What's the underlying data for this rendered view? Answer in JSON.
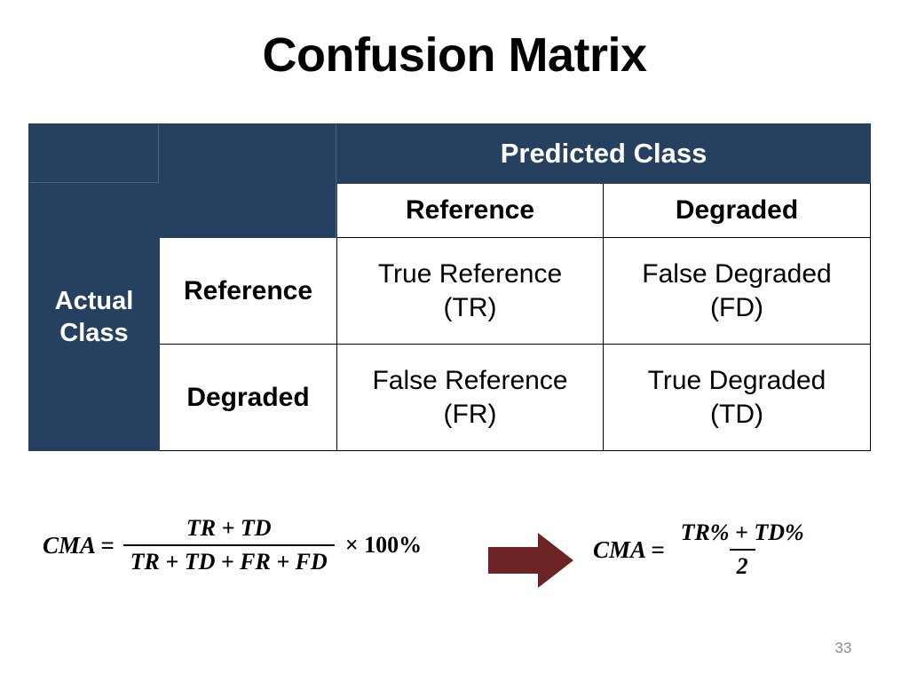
{
  "slide": {
    "title": "Confusion Matrix",
    "page_number": "33",
    "colors": {
      "header_blue": "#26415F",
      "arrow_maroon": "#6B2423",
      "text_black": "#000000",
      "page_number_gray": "#8c8c8c"
    }
  },
  "matrix": {
    "predicted_class_label": "Predicted Class",
    "actual_class_label": "Actual\nClass",
    "actual_class_line1": "Actual",
    "actual_class_line2": "Class",
    "column_headers": [
      "Reference",
      "Degraded"
    ],
    "row_headers": [
      "Reference",
      "Degraded"
    ],
    "cells": [
      [
        {
          "name": "True Reference",
          "abbr": "(TR)"
        },
        {
          "name": "False Degraded",
          "abbr": "(FD)"
        }
      ],
      [
        {
          "name": "False Reference",
          "abbr": "(FR)"
        },
        {
          "name": "True Degraded",
          "abbr": "(TD)"
        }
      ]
    ]
  },
  "formulas": {
    "left": {
      "lhs": "CMA =",
      "numerator": "TR + TD",
      "denominator": "TR + TD + FR + FD",
      "tail": "× 100%"
    },
    "right": {
      "lhs": "CMA =",
      "numerator": "TR% + TD%",
      "denominator": "2",
      "tail": ""
    },
    "arrow_icon": "right-arrow-icon"
  }
}
